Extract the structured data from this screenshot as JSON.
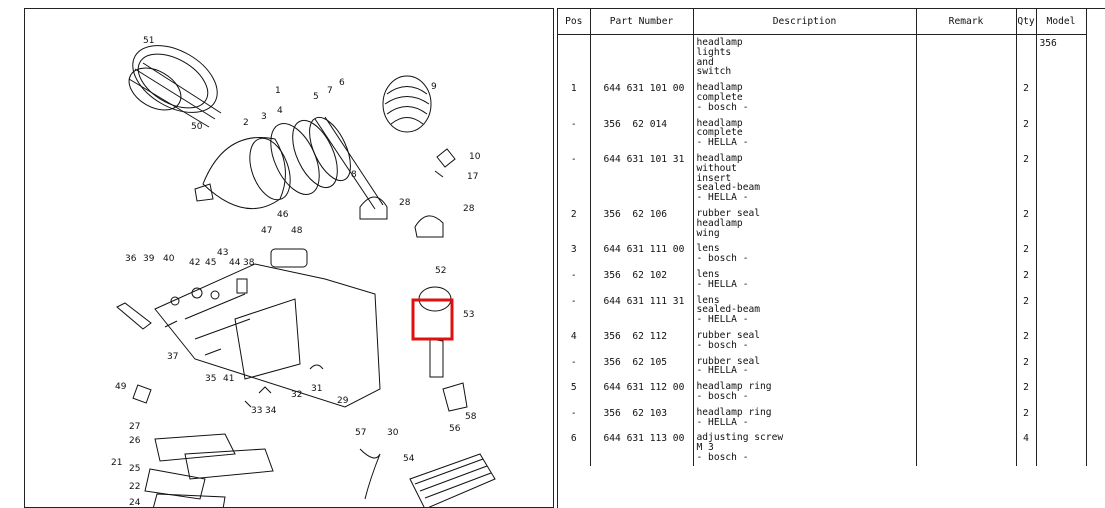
{
  "diagram": {
    "callouts": [
      "51",
      "1",
      "2",
      "3",
      "4",
      "5",
      "8",
      "7",
      "6",
      "9",
      "50",
      "10",
      "17",
      "28",
      "28",
      "46",
      "47",
      "48",
      "36",
      "39",
      "40",
      "42",
      "45",
      "43",
      "44",
      "38",
      "52",
      "53",
      "37",
      "35",
      "41",
      "49",
      "33",
      "34",
      "32",
      "31",
      "29",
      "57",
      "30",
      "56",
      "27",
      "26",
      "21",
      "25",
      "22",
      "24",
      "54",
      "58"
    ],
    "highlight_color": "#e01010"
  },
  "table": {
    "headers": {
      "pos": "Pos",
      "part_number": "Part Number",
      "description": "Description",
      "remark": "Remark",
      "qty": "Qty",
      "model": "Model"
    },
    "rows": [
      {
        "pos": "",
        "pn": "",
        "desc": [
          "headlamp",
          "lights",
          "and",
          "switch"
        ],
        "remark": "",
        "qty": "",
        "model": "356"
      },
      {
        "pos": "1",
        "pn": "644 631 101 00",
        "desc": [
          "headlamp",
          "complete",
          "- bosch -"
        ],
        "remark": "",
        "qty": "2",
        "model": ""
      },
      {
        "pos": "-",
        "pn": "356  62 014",
        "desc": [
          "headlamp",
          "complete",
          "- HELLA -"
        ],
        "remark": "",
        "qty": "2",
        "model": ""
      },
      {
        "pos": "-",
        "pn": "644 631 101 31",
        "desc": [
          "headlamp",
          "without",
          "insert",
          "sealed-beam",
          "- HELLA -"
        ],
        "remark": "",
        "qty": "2",
        "model": ""
      },
      {
        "pos": "2",
        "pn": "356  62 106",
        "desc": [
          "rubber seal",
          "headlamp",
          "wing"
        ],
        "remark": "",
        "qty": "2",
        "model": ""
      },
      {
        "pos": "3",
        "pn": "644 631 111 00",
        "desc": [
          "lens",
          "- bosch -"
        ],
        "remark": "",
        "qty": "2",
        "model": ""
      },
      {
        "pos": "-",
        "pn": "356  62 102",
        "desc": [
          "lens",
          "- HELLA -"
        ],
        "remark": "",
        "qty": "2",
        "model": ""
      },
      {
        "pos": "-",
        "pn": "644 631 111 31",
        "desc": [
          "lens",
          "sealed-beam",
          "- HELLA -"
        ],
        "remark": "",
        "qty": "2",
        "model": ""
      },
      {
        "pos": "4",
        "pn": "356  62 112",
        "desc": [
          "rubber seal",
          "- bosch -"
        ],
        "remark": "",
        "qty": "2",
        "model": ""
      },
      {
        "pos": "-",
        "pn": "356  62 105",
        "desc": [
          "rubber seal",
          "- HELLA -"
        ],
        "remark": "",
        "qty": "2",
        "model": ""
      },
      {
        "pos": "5",
        "pn": "644 631 112 00",
        "desc": [
          "headlamp ring",
          "- bosch -"
        ],
        "remark": "",
        "qty": "2",
        "model": ""
      },
      {
        "pos": "-",
        "pn": "356  62 103",
        "desc": [
          "headlamp ring",
          "- HELLA -"
        ],
        "remark": "",
        "qty": "2",
        "model": ""
      },
      {
        "pos": "6",
        "pn": "644 631 113 00",
        "desc": [
          "adjusting screw",
          "M 3",
          "- bosch -"
        ],
        "remark": "",
        "qty": "4",
        "model": ""
      }
    ]
  }
}
